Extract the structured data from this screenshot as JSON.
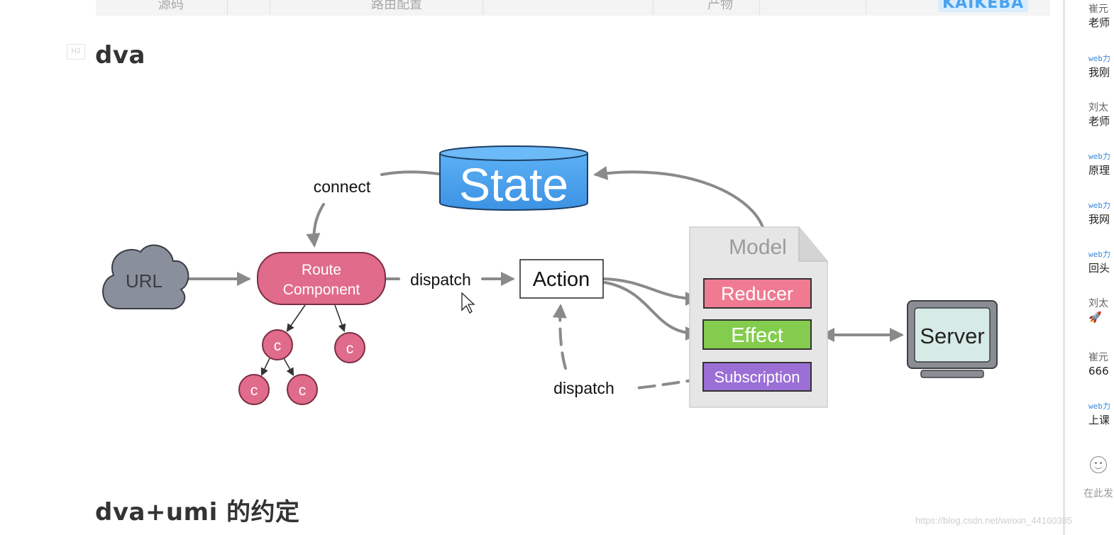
{
  "top_strip": {
    "cells": [
      "源码",
      "路由配置",
      "产物"
    ],
    "logo": "KAIKEBA"
  },
  "article": {
    "heading_dva": "dva",
    "heading_convention": "dva+umi 的约定",
    "heading_marker": "H3"
  },
  "diagram": {
    "url": "URL",
    "route_component_line1": "Route",
    "route_component_line2": "Component",
    "child_label": "c",
    "connect": "connect",
    "dispatch_top": "dispatch",
    "dispatch_bottom": "dispatch",
    "action": "Action",
    "state": "State",
    "model": "Model",
    "reducer": "Reducer",
    "effect": "Effect",
    "subscription": "Subscription",
    "server": "Server"
  },
  "chat": {
    "messages": [
      {
        "sender": "崔元",
        "text": "老师"
      },
      {
        "sender": "web力",
        "text": "我刚"
      },
      {
        "sender": "刘太",
        "text": "老师"
      },
      {
        "sender": "web力",
        "text": "原理"
      },
      {
        "sender": "web力",
        "text": "我网"
      },
      {
        "sender": "web力",
        "text": "回头"
      },
      {
        "sender": "刘太",
        "text": "🚀"
      },
      {
        "sender": "崔元",
        "text": "666"
      },
      {
        "sender": "web力",
        "text": "上课"
      }
    ],
    "input_placeholder": "在此发"
  },
  "watermark": "https://blog.csdn.net/weixin_44160385",
  "colors": {
    "state_blue": "#4aa3f0",
    "route_pink": "#e06b8b",
    "reducer_pink": "#ef7a92",
    "effect_green": "#84cc4e",
    "subscription_purple": "#9b6fd6",
    "url_gray": "#8a8f9c",
    "server_teal": "#d6ebe6"
  }
}
